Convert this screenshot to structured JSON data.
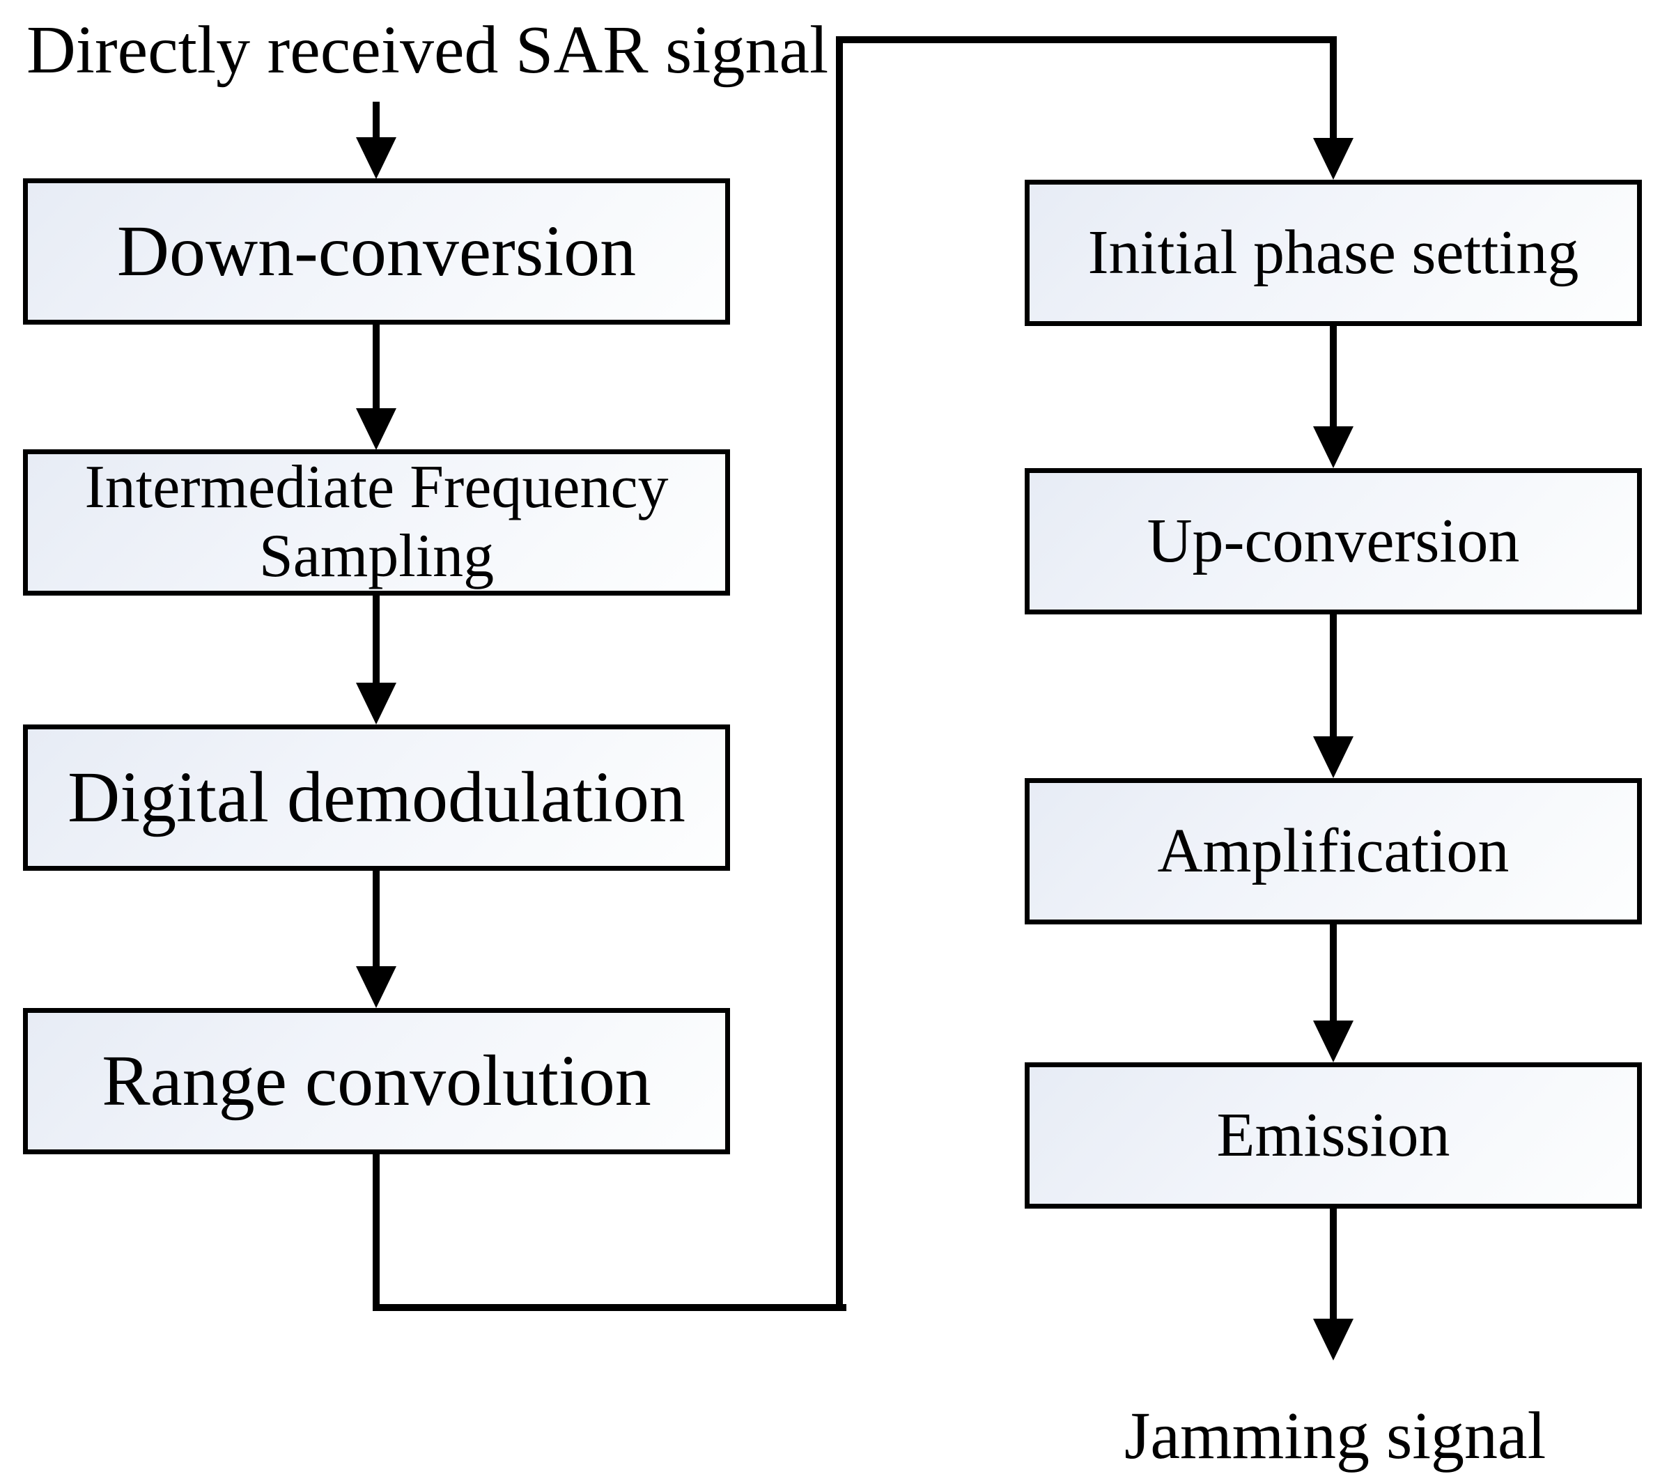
{
  "figure": {
    "title": "Directly received SAR signal",
    "output_label": "Jamming signal",
    "left_column": {
      "boxes": [
        {
          "label": "Down-conversion"
        },
        {
          "label": "Intermediate Frequency Sampling",
          "lines": [
            "Intermediate Frequency",
            "Sampling"
          ]
        },
        {
          "label": "Digital demodulation"
        },
        {
          "label": "Range convolution"
        }
      ]
    },
    "right_column": {
      "boxes": [
        {
          "label": "Initial phase setting"
        },
        {
          "label": "Up-conversion"
        },
        {
          "label": "Amplification"
        },
        {
          "label": "Emission"
        }
      ]
    },
    "edges": [
      {
        "from": "Directly received SAR signal",
        "to": "Down-conversion"
      },
      {
        "from": "Down-conversion",
        "to": "Intermediate Frequency Sampling"
      },
      {
        "from": "Intermediate Frequency Sampling",
        "to": "Digital demodulation"
      },
      {
        "from": "Digital demodulation",
        "to": "Range convolution"
      },
      {
        "from": "Range convolution",
        "to": "Initial phase setting"
      },
      {
        "from": "Initial phase setting",
        "to": "Up-conversion"
      },
      {
        "from": "Up-conversion",
        "to": "Amplification"
      },
      {
        "from": "Amplification",
        "to": "Emission"
      },
      {
        "from": "Emission",
        "to": "Jamming signal"
      }
    ],
    "colors": {
      "line": "#000000",
      "text": "#000000",
      "background": "#ffffff",
      "box_fill_start": "#e7ecf5",
      "box_fill_end": "#fdfefe"
    }
  }
}
